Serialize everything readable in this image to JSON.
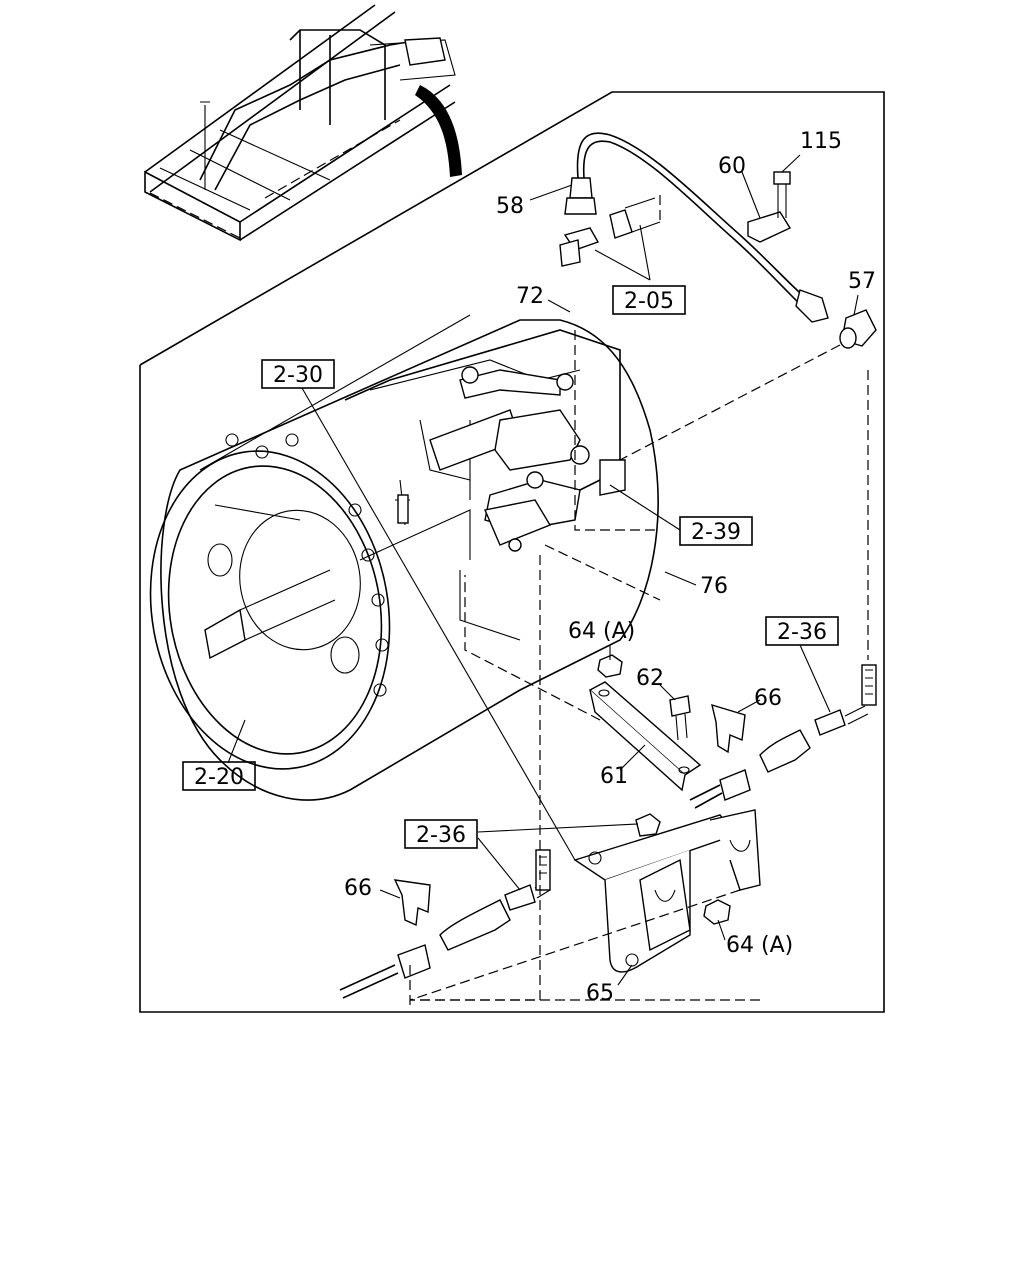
{
  "diagram": {
    "part_labels": {
      "p58": "58",
      "p60": "60",
      "p115": "115",
      "p57": "57",
      "p72": "72",
      "p76": "76",
      "p64a_top": "64 (A)",
      "p62": "62",
      "p66_right": "66",
      "p61": "61",
      "p66_left": "66",
      "p64a_bottom": "64 (A)",
      "p65": "65"
    },
    "ref_labels": {
      "r205": "2-05",
      "r230": "2-30",
      "r239": "2-39",
      "r236_right": "2-36",
      "r220": "2-20",
      "r236_left": "2-36"
    }
  }
}
